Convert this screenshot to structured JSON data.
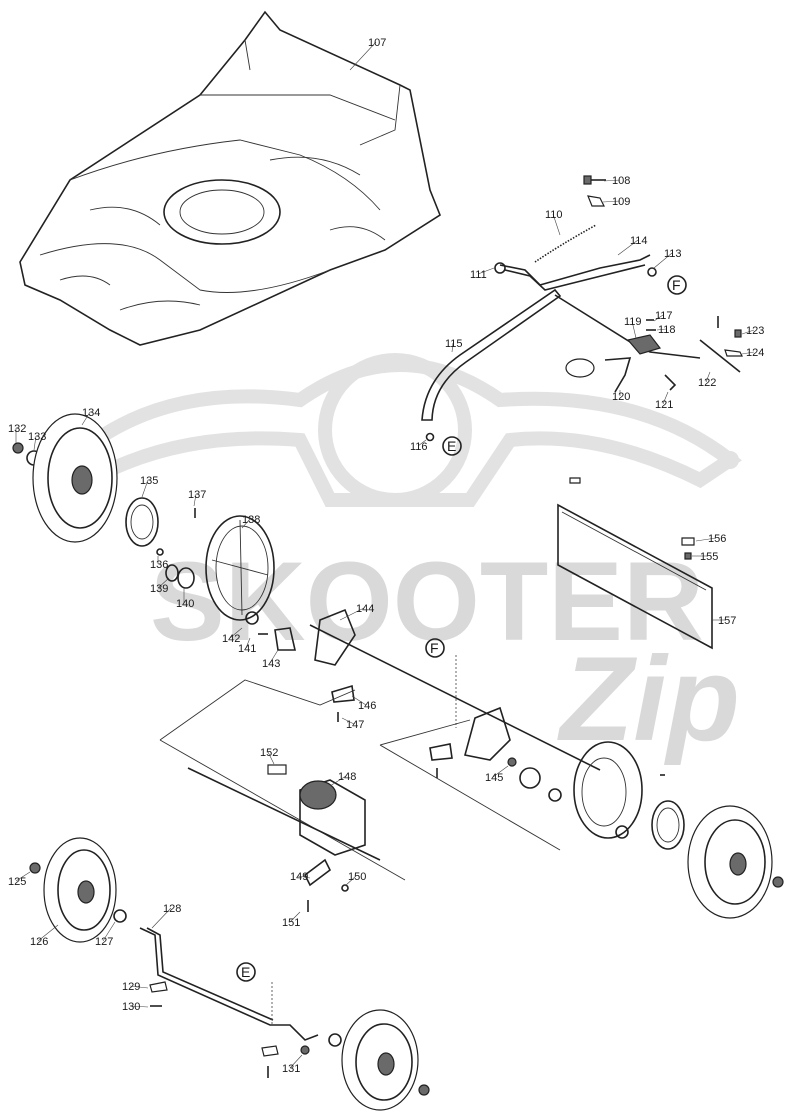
{
  "watermark": {
    "text": "SKOOTER",
    "script": "Zip"
  },
  "references": [
    "E",
    "F"
  ],
  "parts": [
    "107",
    "108",
    "109",
    "110",
    "111",
    "113",
    "114",
    "115",
    "116",
    "117",
    "118",
    "119",
    "120",
    "121",
    "122",
    "123",
    "124",
    "125",
    "126",
    "127",
    "128",
    "129",
    "130",
    "131",
    "132",
    "133",
    "134",
    "135",
    "136",
    "137",
    "138",
    "139",
    "140",
    "141",
    "142",
    "143",
    "144",
    "145",
    "146",
    "147",
    "148",
    "149",
    "150",
    "151",
    "152",
    "155",
    "156",
    "157"
  ],
  "colors": {
    "line": "#222222",
    "watermark": "#d9d9d9",
    "dark_fill": "#6a6a6a"
  }
}
